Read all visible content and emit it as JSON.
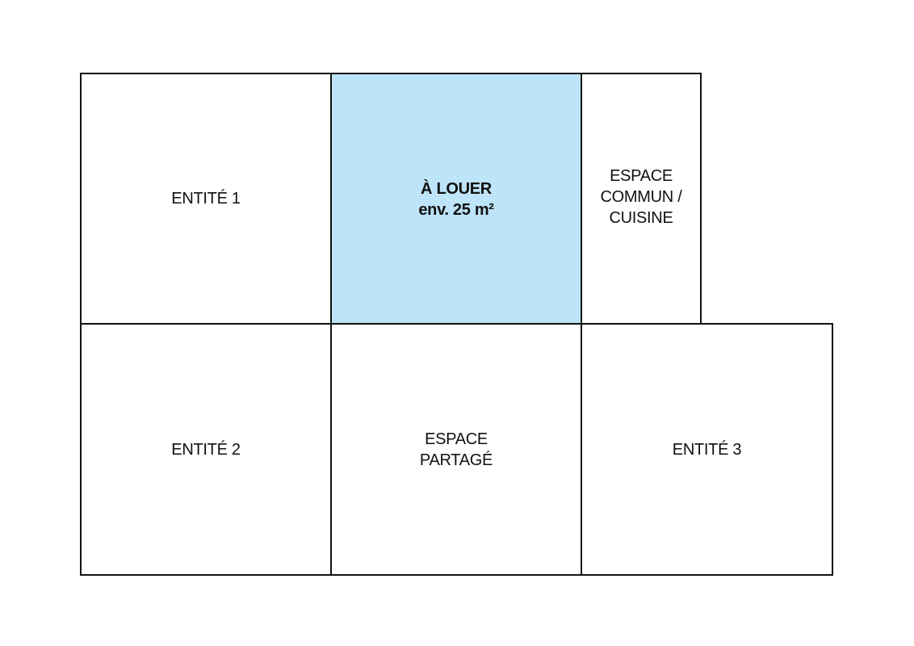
{
  "floorplan": {
    "rooms": {
      "entite1": {
        "lines": [
          "ENTITÉ 1"
        ]
      },
      "a_louer": {
        "lines": [
          "À LOUER",
          "env. 25 m²"
        ],
        "fill": "#bde4f8"
      },
      "espace_commun": {
        "lines": [
          "ESPACE",
          "COMMUN /",
          "CUISINE"
        ]
      },
      "entite2": {
        "lines": [
          "ENTITÉ 2"
        ]
      },
      "espace_partage": {
        "lines": [
          "ESPACE",
          "PARTAGÉ"
        ]
      },
      "entite3": {
        "lines": [
          "ENTITÉ 3"
        ]
      }
    },
    "colors": {
      "wall": "#111111",
      "highlight": "#bde4f8",
      "background": "#ffffff"
    }
  }
}
